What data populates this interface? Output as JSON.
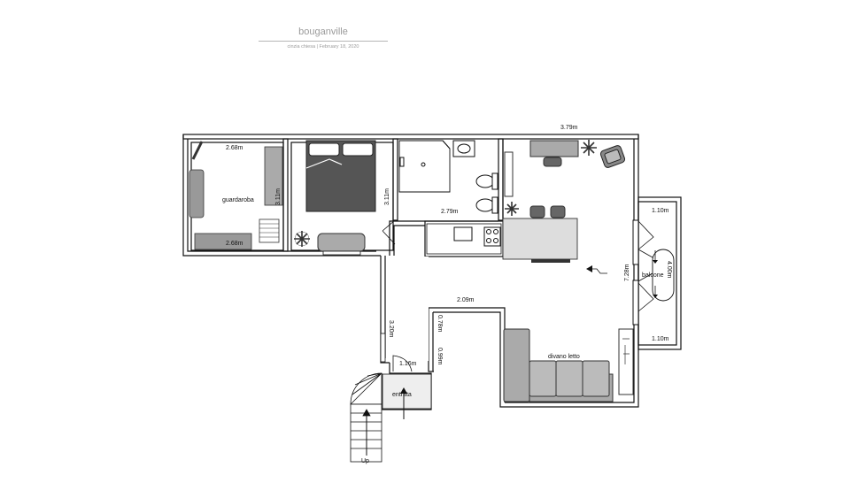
{
  "header": {
    "title": "bouganville",
    "author": "cinzia chiesa",
    "separator": "|",
    "date": "February 18, 2020"
  },
  "labels": {
    "guardaroba": "guardaroba",
    "balcone": "balcone",
    "divano_letto": "divano letto",
    "entrata": "entrata",
    "up": "Up"
  },
  "dimensions": {
    "top_right_width": "3.79m",
    "guard_top": "2.68m",
    "guard_bottom": "2.68m",
    "guard_height": "3.11m",
    "bed_height": "3.11m",
    "bath_width": "2.79m",
    "corridor_height": "3.20m",
    "hall_width": "2.09m",
    "hall_step": "0.78m",
    "entry_depth": "0.99m",
    "entry_width": "1.16m",
    "living_height": "7.28m",
    "balcony_top": "1.10m",
    "balcony_bottom": "1.10m",
    "balcony_length": "4.00m"
  }
}
